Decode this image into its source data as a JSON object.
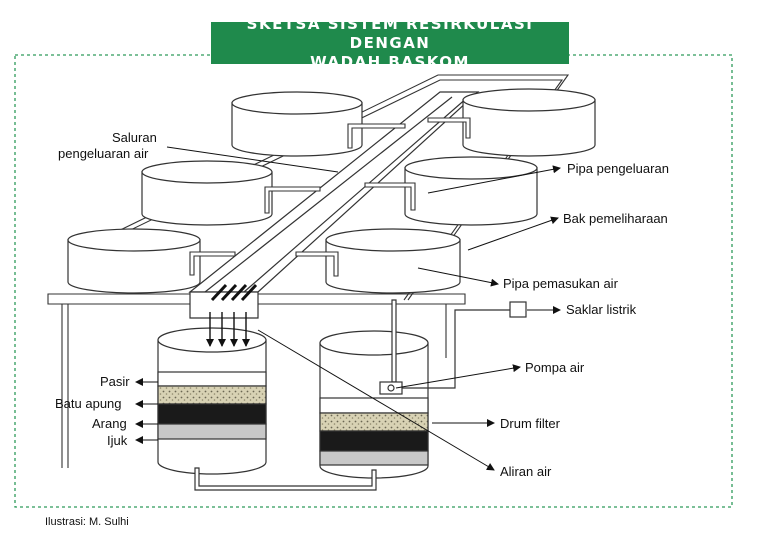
{
  "title": {
    "line1": "SKETSA SISTEM RESIRKULASI DENGAN",
    "line2": "WADAH BASKOM"
  },
  "labels": {
    "saluran_line1": "Saluran",
    "saluran_line2": "pengeluaran air",
    "pipa_pengeluaran": "Pipa pengeluaran",
    "bak_pemeliharaan": "Bak pemeliharaan",
    "pipa_pemasukan": "Pipa pemasukan air",
    "saklar_listrik": "Saklar listrik",
    "pompa_air": "Pompa air",
    "drum_filter": "Drum filter",
    "aliran_air": "Aliran air",
    "pasir": "Pasir",
    "batu_apung": "Batu apung",
    "arang": "Arang",
    "ijuk": "Ijuk"
  },
  "credit": "Ilustrasi: M. Sulhi",
  "colors": {
    "title_bg": "#1f8a4c",
    "dashed_border": "#2e9a5a",
    "gravel": "#cfc8a8",
    "charcoal": "#1a1a1a",
    "fiber": "#c8c8c8"
  }
}
